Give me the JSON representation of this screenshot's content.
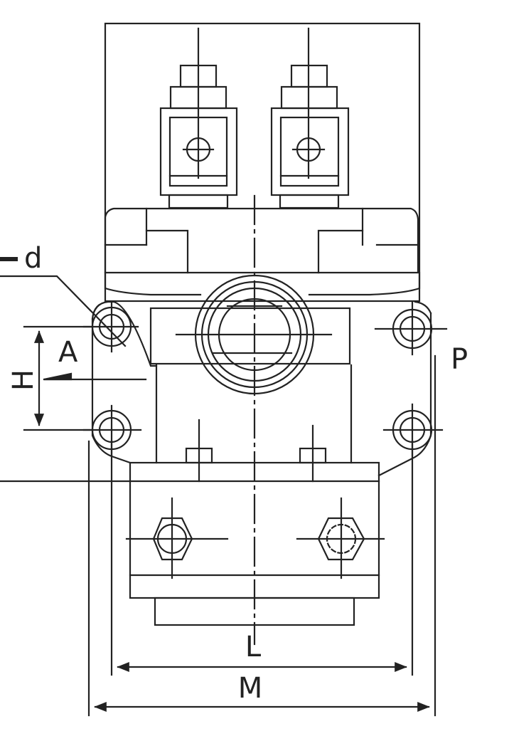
{
  "diagram": {
    "labels": {
      "d": "d",
      "A": "A",
      "H": "H",
      "P": "P",
      "L": "L",
      "M": "M"
    }
  },
  "colors": {
    "line": "#222222",
    "background": "#ffffff"
  }
}
